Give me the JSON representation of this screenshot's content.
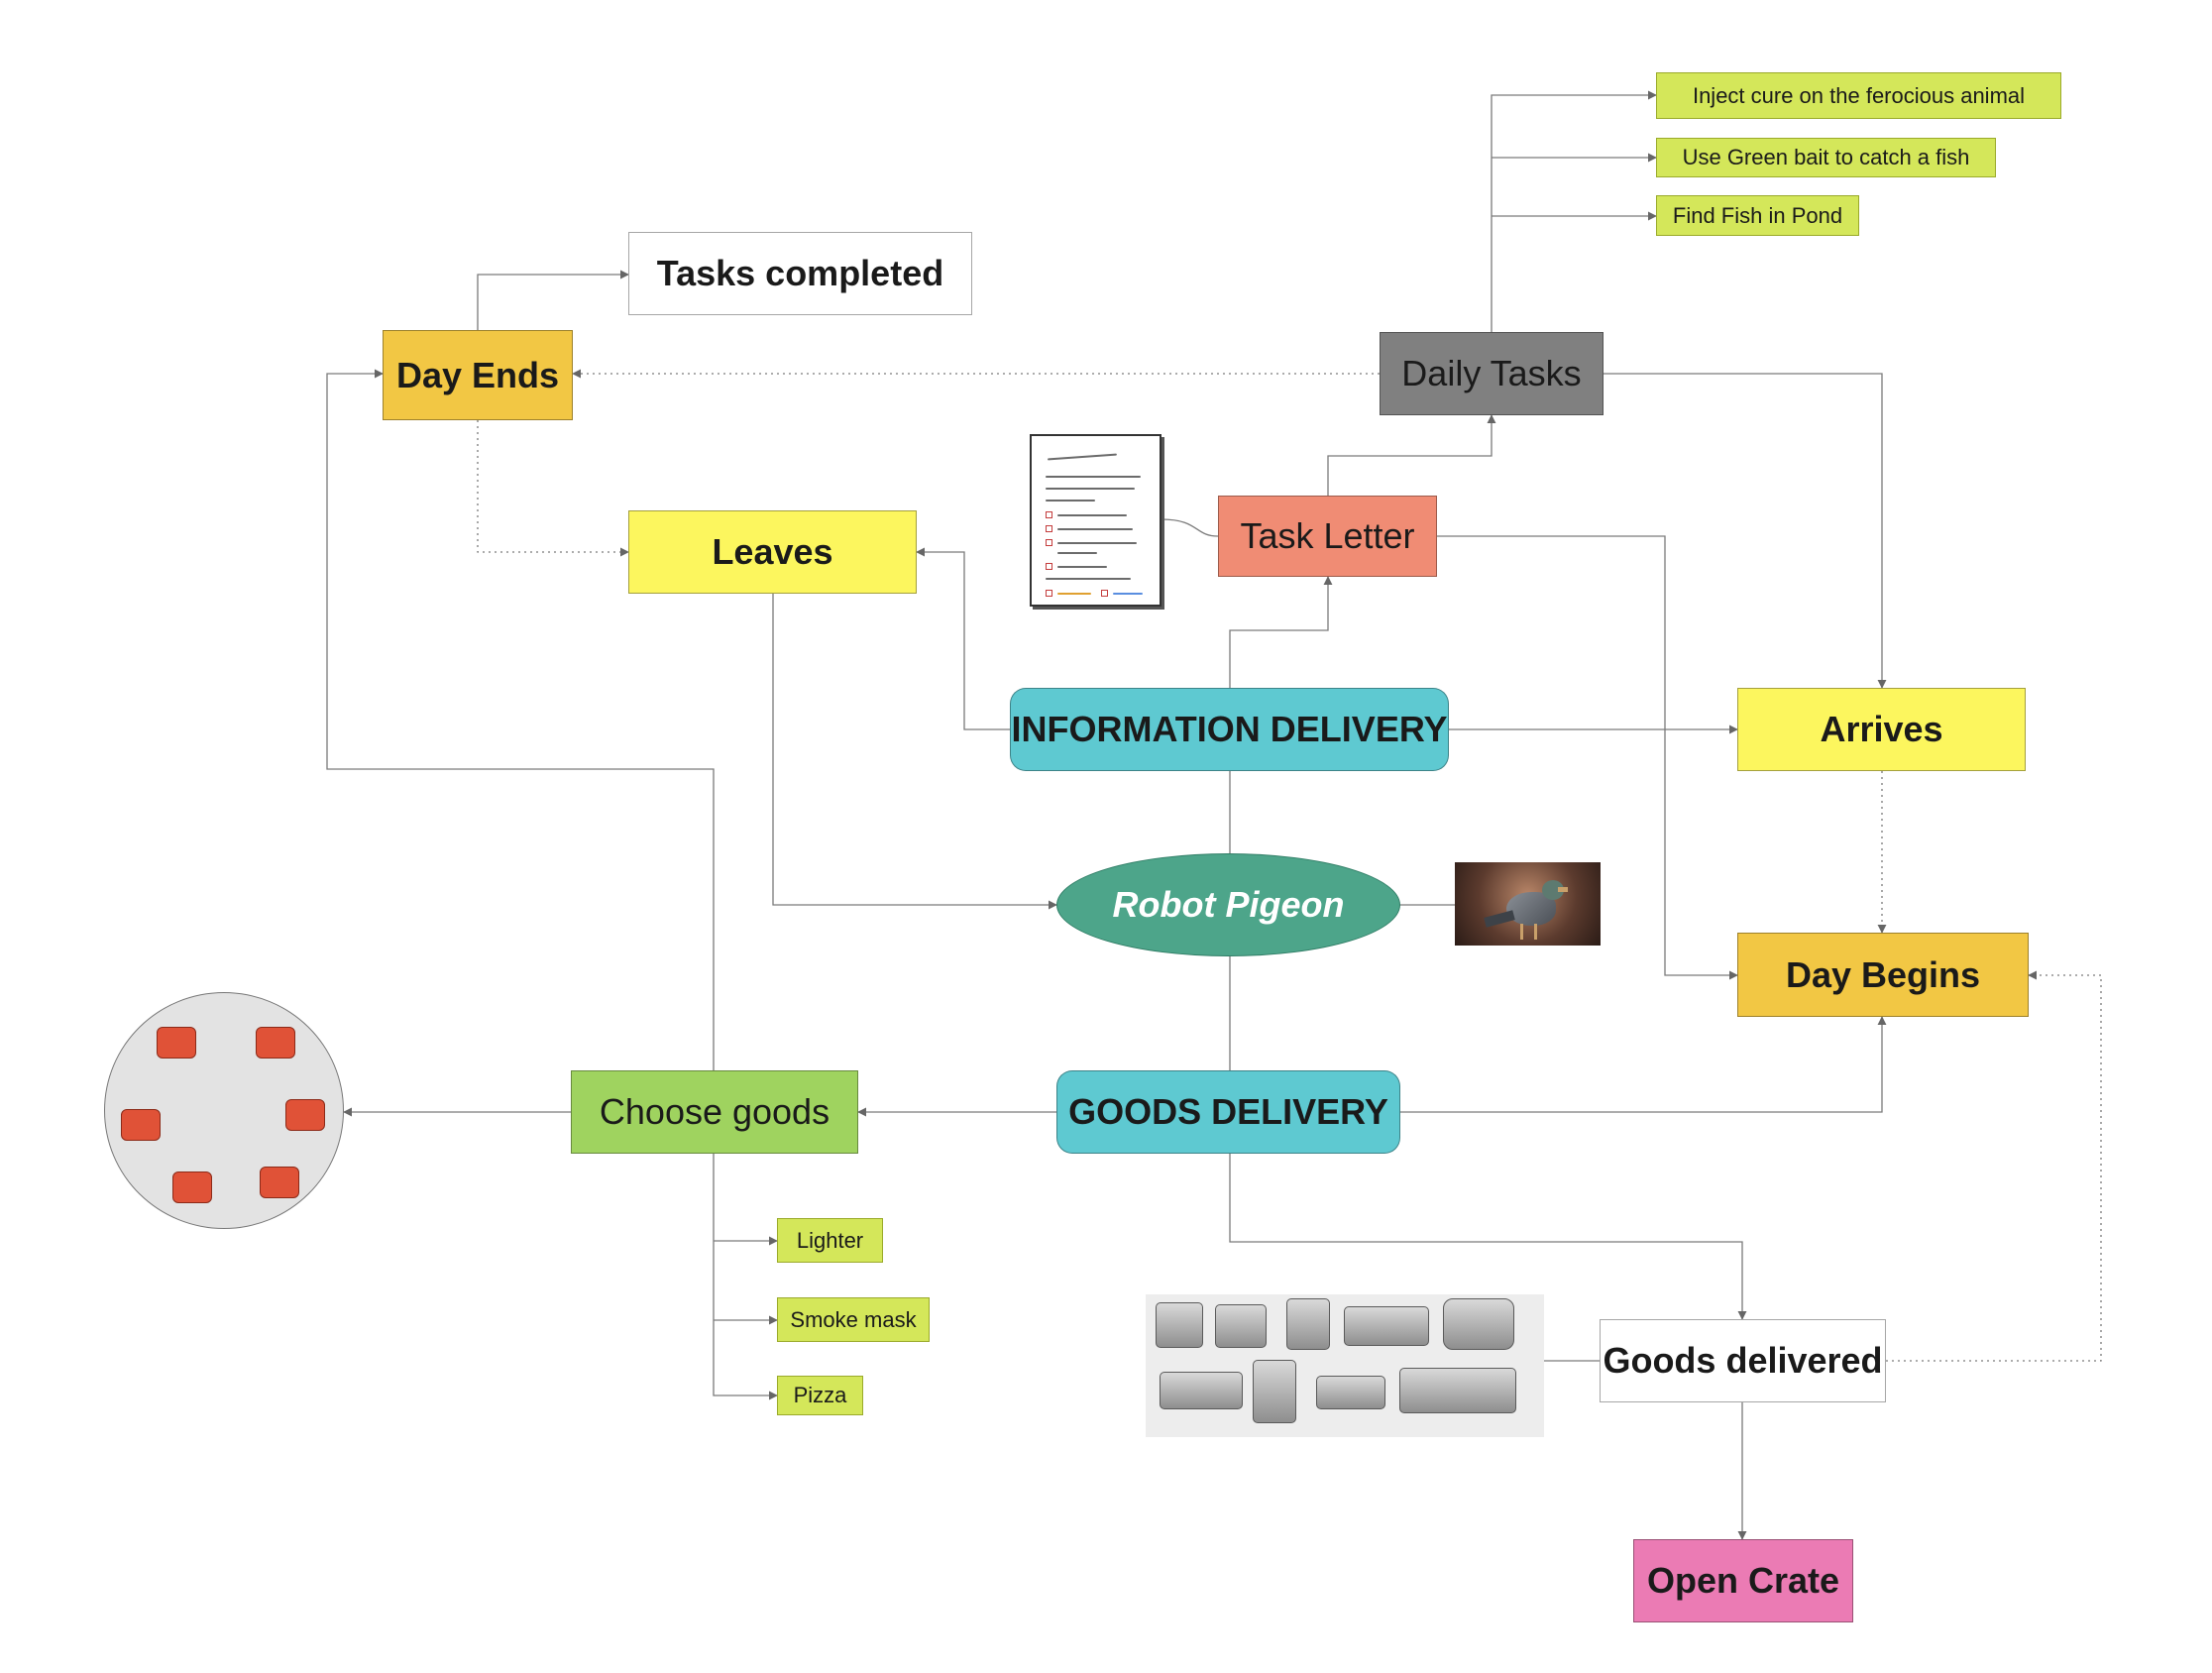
{
  "nodes": {
    "tasks_completed": "Tasks completed",
    "day_ends": "Day Ends",
    "leaves": "Leaves",
    "daily_tasks": "Daily Tasks",
    "task_letter": "Task Letter",
    "information_delivery": "INFORMATION DELIVERY",
    "arrives": "Arrives",
    "robot_pigeon": "Robot Pigeon",
    "day_begins": "Day Begins",
    "choose_goods": "Choose goods",
    "goods_delivery": "GOODS DELIVERY",
    "goods_delivered": "Goods delivered",
    "open_crate": "Open Crate"
  },
  "task_items": [
    "Inject cure on the ferocious animal",
    "Use Green bait to catch a fish",
    "Find Fish in Pond"
  ],
  "goods_items": [
    "Lighter",
    "Smoke mask",
    "Pizza"
  ],
  "images": {
    "letter": "handwritten-task-letter-image",
    "pigeon": "robot-pigeon-photo",
    "crates": "crate-concept-sketches",
    "goods_wheel": "goods-selection-wheel"
  },
  "colors": {
    "day_ends": "#f2c744",
    "day_begins": "#f2c744",
    "leaves": "#fcf65e",
    "arrives": "#fcf65e",
    "daily_tasks": "#808080",
    "task_letter": "#f08c74",
    "delivery": "#5ec9d1",
    "robot_pigeon": "#4da58a",
    "choose_goods": "#9fd35f",
    "open_crate": "#eb7bb4",
    "sticky": "#d4e75a"
  }
}
